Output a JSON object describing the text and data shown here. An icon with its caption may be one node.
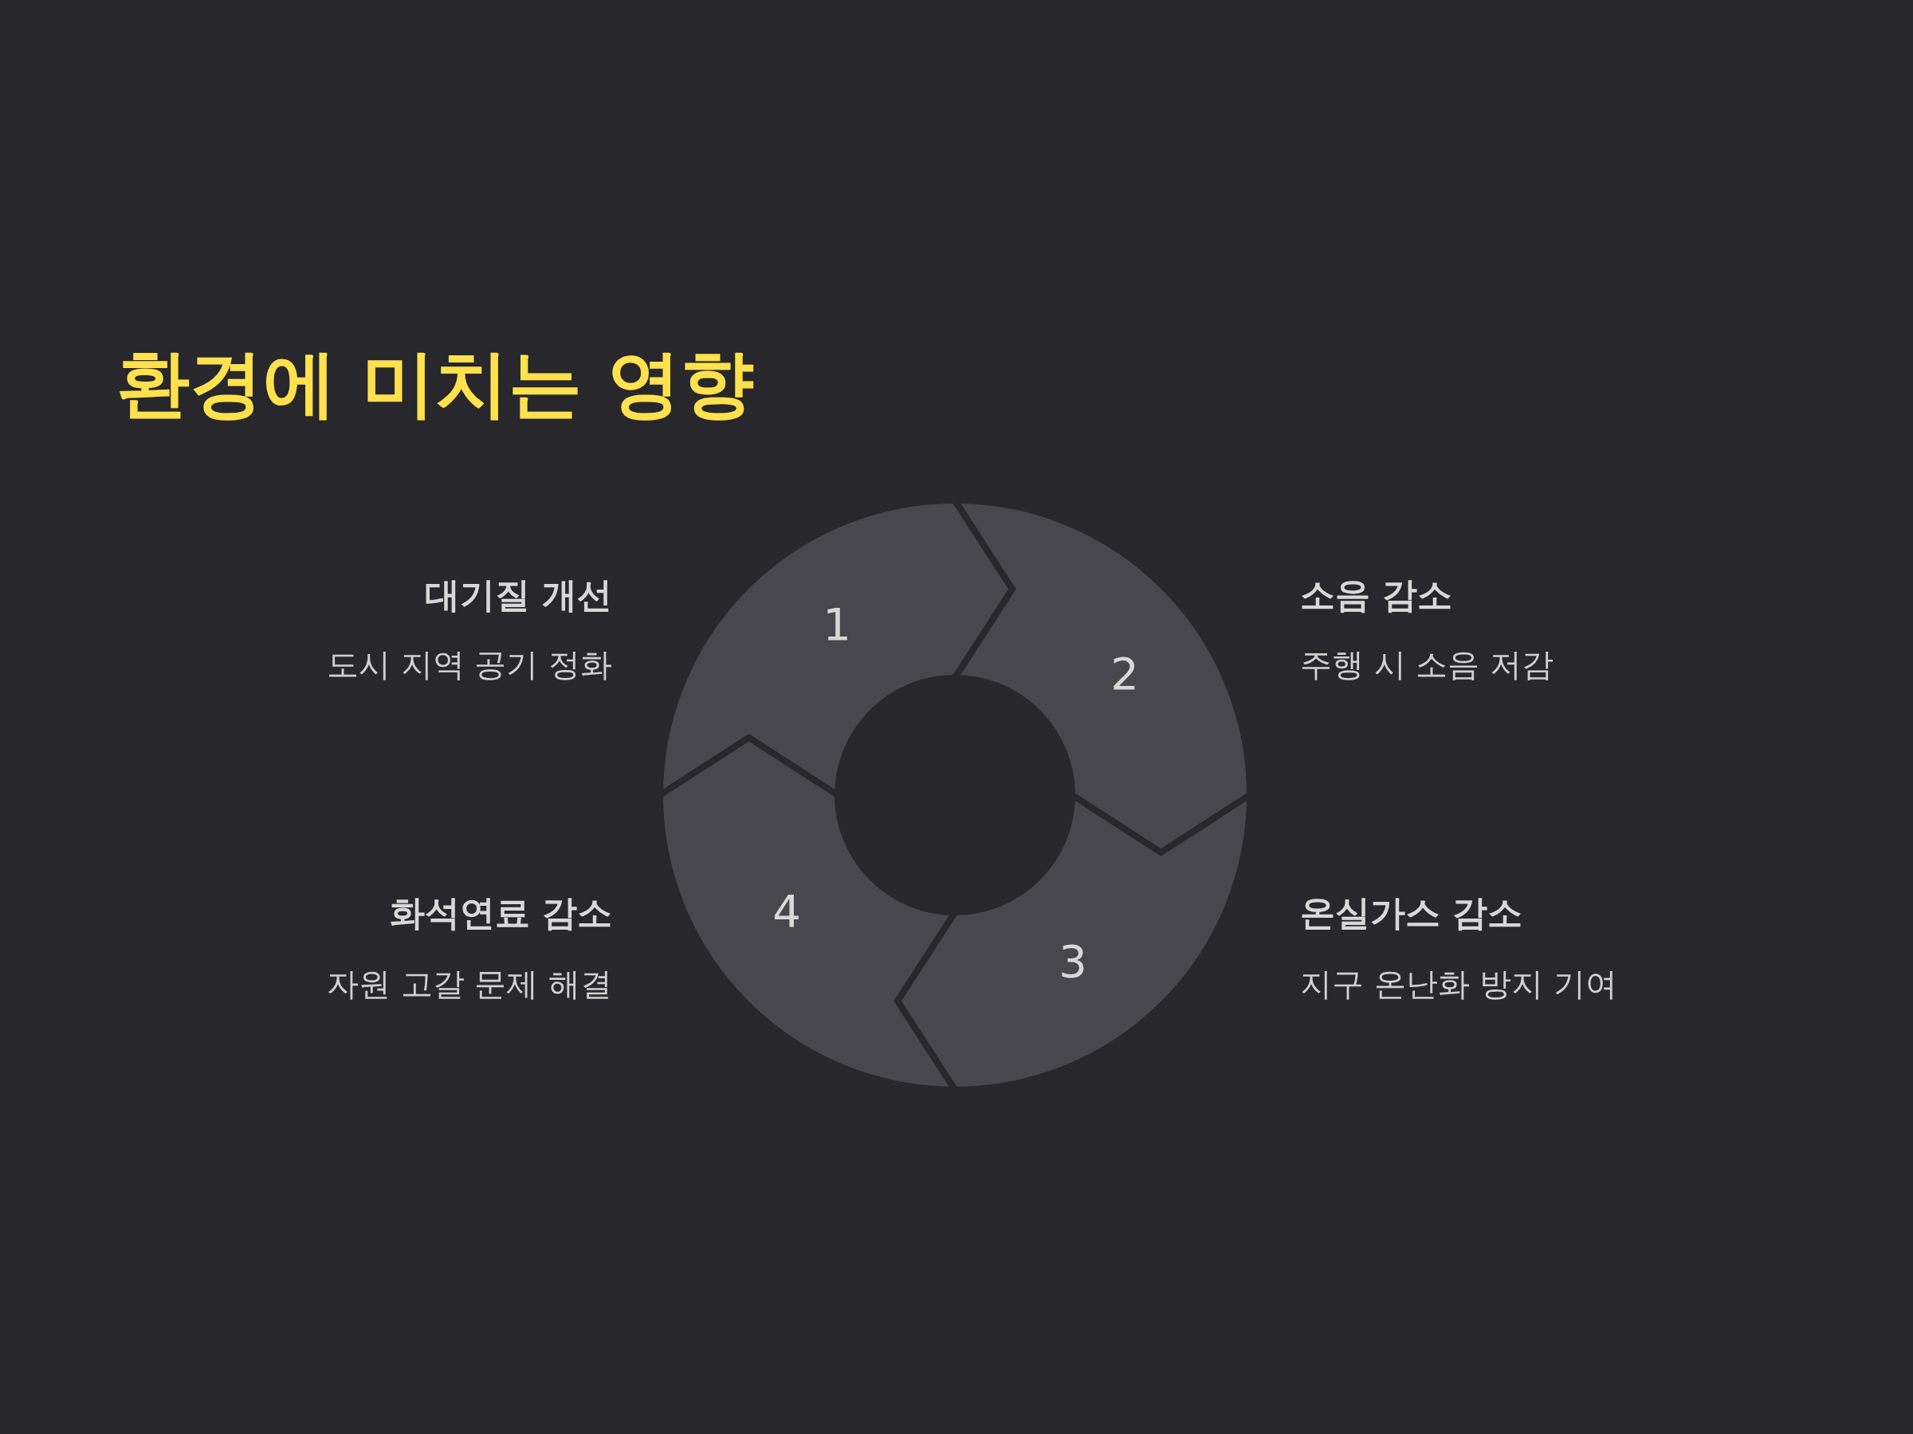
{
  "diagram": {
    "title": "환경에 미치는 영향",
    "nodes": [
      {
        "text": [
          "1"
        ],
        "beside": [
          "대기질 개선",
          "도시 지역 공기 정화"
        ]
      },
      {
        "text": [
          "2"
        ],
        "beside": [
          "소음 감소",
          "주행 시 소음 저감"
        ]
      },
      {
        "text": [
          "3"
        ],
        "beside": [
          "온실가스 감소",
          "지구 온난화 방지 기여"
        ]
      },
      {
        "text": [
          "4"
        ],
        "beside": [
          "화석연료 감소",
          "자원 고갈 문제 해결"
        ]
      }
    ]
  }
}
